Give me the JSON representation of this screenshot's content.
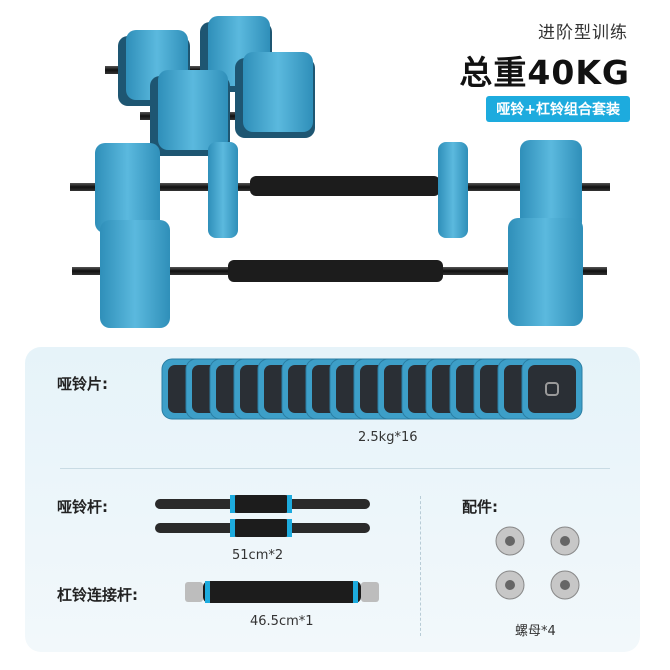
{
  "header": {
    "subtitle": "进阶型训练",
    "title": "总重40KG",
    "badge": "哑铃+杠铃组合套装"
  },
  "items": {
    "plates": {
      "label": "哑铃片:",
      "caption": "2.5kg*16",
      "count": 16
    },
    "dumbbell_bar": {
      "label": "哑铃杆:",
      "caption": "51cm*2"
    },
    "connector": {
      "label": "杠铃连接杆:",
      "caption": "46.5cm*1"
    },
    "accessories": {
      "label": "配件:",
      "caption": "螺母*4"
    }
  },
  "colors": {
    "accent": "#1dabde",
    "plate_blue": "#3d9fc8",
    "plate_dark": "#2a2f35",
    "bar_black": "#1c1c1c"
  }
}
